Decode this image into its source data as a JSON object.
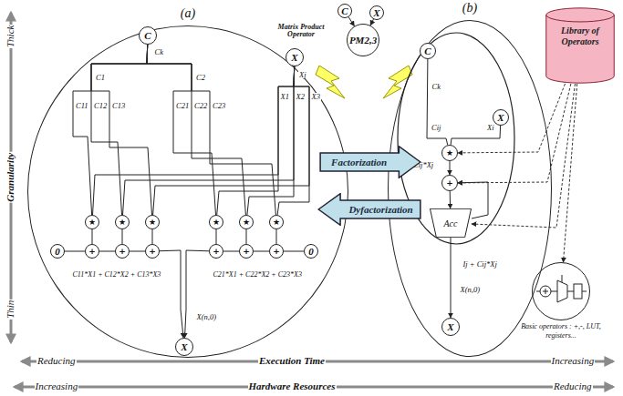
{
  "diagram": {
    "nodes": [
      {
        "text": [
          "(a)"
        ]
      },
      {
        "text": [
          "C"
        ],
        "in": 0
      },
      {
        "text": [
          "X"
        ],
        "in": 0
      },
      {
        "text": [
          "★"
        ],
        "in": 0
      },
      {
        "text": [
          "★"
        ],
        "in": 0
      },
      {
        "text": [
          "★"
        ],
        "in": 0
      },
      {
        "text": [
          "★"
        ],
        "in": 0
      },
      {
        "text": [
          "★"
        ],
        "in": 0
      },
      {
        "text": [
          "★"
        ],
        "in": 0
      },
      {
        "text": [
          "0"
        ],
        "in": 0
      },
      {
        "text": [
          "+"
        ],
        "in": 0
      },
      {
        "text": [
          "+"
        ],
        "in": 0
      },
      {
        "text": [
          "+"
        ],
        "in": 0
      },
      {
        "text": [
          "+"
        ],
        "in": 0
      },
      {
        "text": [
          "+"
        ],
        "in": 0
      },
      {
        "text": [
          "+"
        ],
        "in": 0
      },
      {
        "text": [
          "0"
        ],
        "in": 0
      },
      {
        "text": [
          "X"
        ],
        "in": 0
      },
      {
        "text": [
          "C"
        ]
      },
      {
        "text": [
          "X"
        ]
      },
      {
        "text": [
          "PM2,3"
        ]
      },
      {
        "text": [
          "Factorization"
        ]
      },
      {
        "text": [
          "Dyfactorization"
        ]
      },
      {
        "text": [
          "(b)"
        ]
      },
      {
        "text": [
          "C"
        ],
        "in": 23
      },
      {
        "text": [
          "X"
        ],
        "in": 23
      },
      {
        "text": [
          "★"
        ],
        "in": 23
      },
      {
        "text": [
          "+"
        ],
        "in": 23
      },
      {
        "text": [
          "Acc"
        ],
        "in": 23
      },
      {
        "text": [
          "X"
        ],
        "in": 23
      },
      {
        "text": [
          "Library of Operators"
        ]
      },
      {
        "text": [
          "Basic operators : +,-, LUT, registers..."
        ]
      }
    ],
    "edges": [
      {
        "from": 1,
        "to": 3,
        "arrow": "none"
      },
      {
        "from": 1,
        "to": 4,
        "arrow": "none"
      },
      {
        "from": 1,
        "to": 5,
        "arrow": "none"
      },
      {
        "from": 1,
        "to": 6,
        "arrow": "none"
      },
      {
        "from": 1,
        "to": 7,
        "arrow": "none"
      },
      {
        "from": 1,
        "to": 8,
        "arrow": "none"
      },
      {
        "from": 2,
        "to": 3,
        "arrow": "none"
      },
      {
        "from": 2,
        "to": 4,
        "arrow": "none"
      },
      {
        "from": 2,
        "to": 5,
        "arrow": "none"
      },
      {
        "from": 2,
        "to": 6,
        "arrow": "none"
      },
      {
        "from": 2,
        "to": 7,
        "arrow": "none"
      },
      {
        "from": 2,
        "to": 8,
        "arrow": "none"
      },
      {
        "from": 3,
        "to": 10,
        "arrow": "none"
      },
      {
        "from": 4,
        "to": 11,
        "arrow": "none"
      },
      {
        "from": 5,
        "to": 12,
        "arrow": "none"
      },
      {
        "from": 6,
        "to": 13,
        "arrow": "none"
      },
      {
        "from": 7,
        "to": 14,
        "arrow": "none"
      },
      {
        "from": 8,
        "to": 15,
        "arrow": "none"
      },
      {
        "from": 9,
        "to": 10,
        "arrow": "none"
      },
      {
        "from": 10,
        "to": 11,
        "arrow": "none"
      },
      {
        "from": 11,
        "to": 12,
        "arrow": "none"
      },
      {
        "from": 16,
        "to": 15,
        "arrow": "none"
      },
      {
        "from": 15,
        "to": 14,
        "arrow": "none"
      },
      {
        "from": 14,
        "to": 13,
        "arrow": "none"
      },
      {
        "from": 12,
        "to": 17,
        "arrow": "to"
      },
      {
        "from": 13,
        "to": 17,
        "arrow": "to"
      },
      {
        "from": 18,
        "to": 20,
        "arrow": "to"
      },
      {
        "from": 19,
        "to": 20,
        "arrow": "to"
      },
      {
        "from": 24,
        "to": 26,
        "arrow": "none"
      },
      {
        "from": 25,
        "to": 26,
        "arrow": "none"
      },
      {
        "from": 26,
        "to": 27,
        "arrow": "to"
      },
      {
        "from": 27,
        "to": 28,
        "arrow": "to"
      },
      {
        "from": 28,
        "to": 29,
        "arrow": "to"
      },
      {
        "from": 28,
        "to": 27,
        "arrow": "to"
      },
      {
        "from": 30,
        "to": 26,
        "arrow": "to"
      },
      {
        "from": 30,
        "to": 27,
        "arrow": "to"
      },
      {
        "from": 30,
        "to": 28,
        "arrow": "to"
      },
      {
        "from": 30,
        "to": 31,
        "arrow": "to"
      }
    ],
    "labels": [
      "Ck",
      "C1",
      "C2",
      "C11",
      "C12",
      "C13",
      "C21",
      "C22",
      "C23",
      "Xj",
      "X1",
      "X2",
      "X3",
      "C11*X1 + C12*X2 + C13*X3",
      "C21*X1 + C22*X2 + C23*X3",
      "X(n,0)",
      "Matrix Product Operator",
      "Ck",
      "Cij",
      "Xi",
      "Cij*Xj",
      "Ij + Cij*Xj",
      "X(n,0)",
      "Thick",
      "Granularity",
      "Thin",
      "Reducing",
      "Execution Time",
      "Increasing",
      "Increasing",
      "Hardware Resources",
      "Reducing"
    ]
  }
}
